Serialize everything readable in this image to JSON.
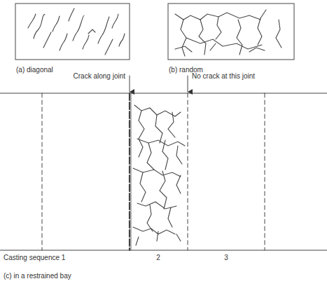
{
  "diagram": {
    "labels": [
      "(a) diagonal",
      "(b) random",
      "Crack along joint",
      "No crack at this joint",
      "Casting sequence 1",
      "2",
      "3",
      "(c) in a restrained bay"
    ]
  }
}
